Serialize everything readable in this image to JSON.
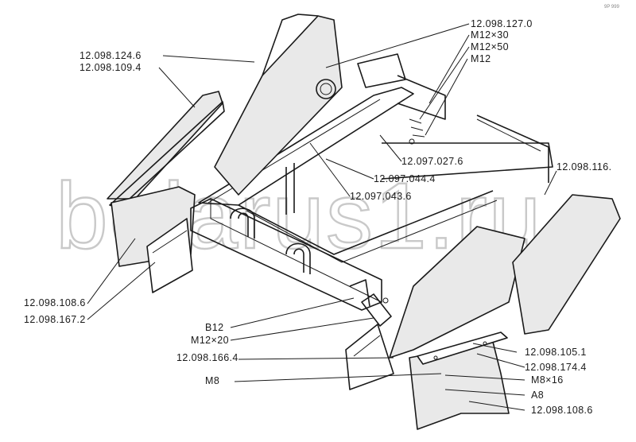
{
  "watermark": "belarus1.ru",
  "page_number": "9P 999",
  "labels": {
    "part_127_0": "12.098.127.0",
    "bolt_m12x30": "M12×30",
    "bolt_m12x50": "M12×50",
    "nut_m12": "M12",
    "part_124_6": "12.098.124.6",
    "part_109_4": "12.098.109.4",
    "part_027_6": "12.097.027.6",
    "part_044_4": "12.097.044.4",
    "part_043_6": "12.097.043.6",
    "part_116": "12.098.116.",
    "part_108_6_left": "12.098.108.6",
    "part_167_2": "12.098.167.2",
    "washer_b12": "B12",
    "bolt_m12x20": "M12×20",
    "part_166_4": "12.098.166.4",
    "nut_m8": "M8",
    "part_105_1": "12.098.105.1",
    "part_174_4": "12.098.174.4",
    "bolt_m8x16": "M8×16",
    "washer_a8": "A8",
    "part_108_6_right": "12.098.108.6"
  }
}
